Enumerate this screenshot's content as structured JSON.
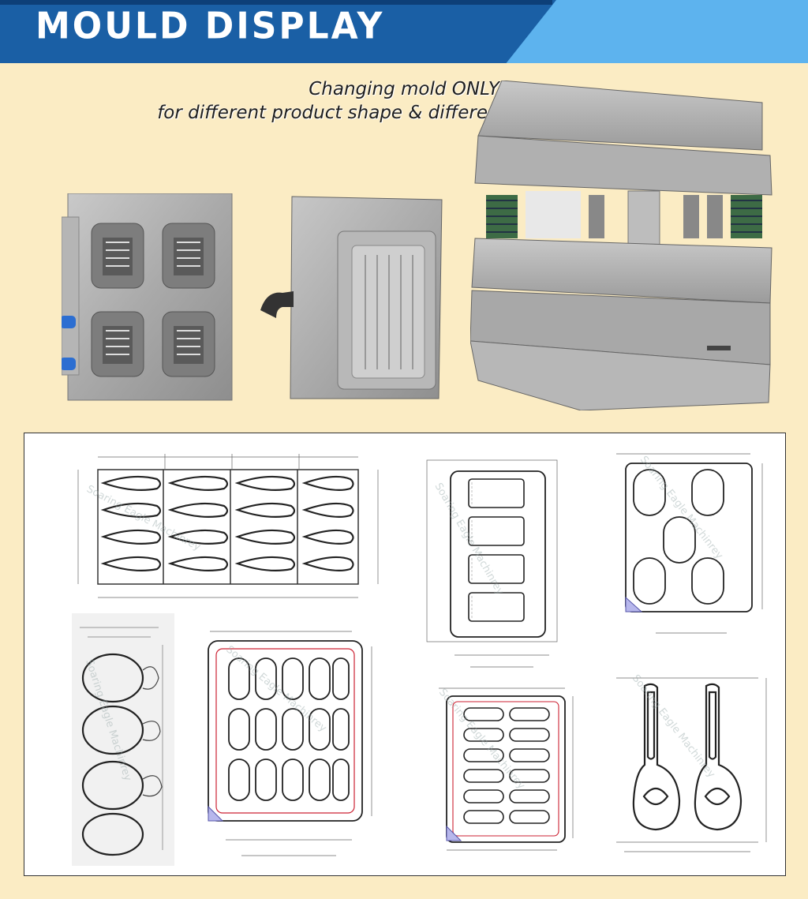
{
  "header": {
    "title": "MOULD DISPLAY"
  },
  "subtitle": {
    "line1": "Changing mold ONLY",
    "line2": "for different product shape & different size production"
  },
  "watermark": "Soaring Eagle Machinrey",
  "colors": {
    "banner_dark": "#1a5fa5",
    "banner_light": "#5db3ee",
    "background": "#fbecc4"
  }
}
